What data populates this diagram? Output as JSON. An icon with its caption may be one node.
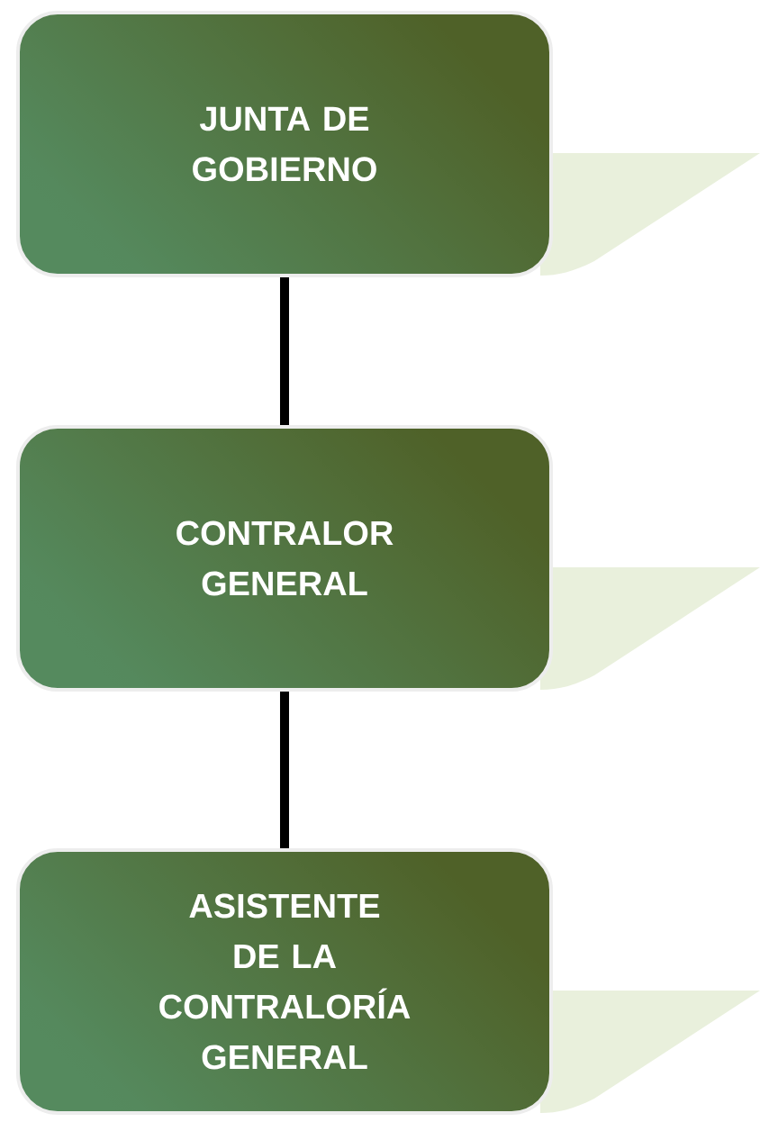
{
  "diagram": {
    "nodes": [
      {
        "text": [
          "JUNTA DE GOBIERNO"
        ]
      },
      {
        "text": [
          "CONTRALOR GENERAL"
        ]
      },
      {
        "text": [
          "ASISTENTE DE LA CONTRALORÍA GENERAL"
        ]
      }
    ],
    "edges": [
      {
        "from": 0,
        "to": 1,
        "arrow": "none"
      },
      {
        "from": 1,
        "to": 2,
        "arrow": "none"
      }
    ]
  }
}
